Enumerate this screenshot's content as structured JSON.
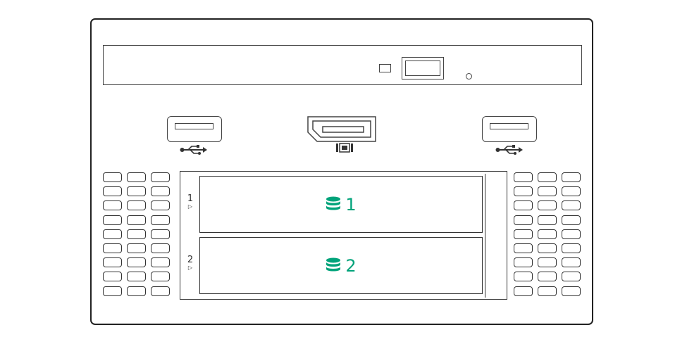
{
  "colors": {
    "outline": "#333333",
    "accent": "#00a37a",
    "background": "#ffffff"
  },
  "optical_drive": {
    "icons": [
      "activity-led",
      "eject-button",
      "manual-eject-pinhole"
    ]
  },
  "ports": [
    {
      "type": "usb",
      "icon": "usb-icon"
    },
    {
      "type": "displayport",
      "icon": "displayport-icon"
    },
    {
      "type": "usb",
      "icon": "usb-icon"
    }
  ],
  "drive_bays": [
    {
      "number": "1",
      "side_label": "1",
      "indicator": "▷",
      "icon": "drive-stack-icon"
    },
    {
      "number": "2",
      "side_label": "2",
      "indicator": "▷",
      "icon": "drive-stack-icon"
    }
  ],
  "vents": {
    "rows": 9,
    "columns": 3
  }
}
